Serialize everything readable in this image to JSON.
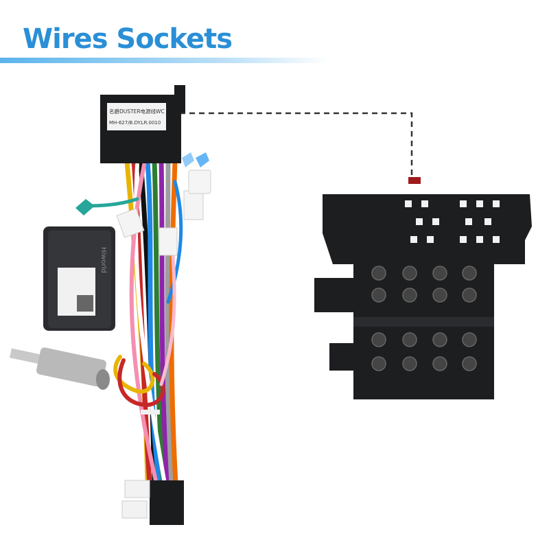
{
  "title": "Wires Sockets",
  "colors": {
    "title": "#2a8fd6",
    "connector": "#1b1c1e"
  },
  "labels": {
    "connector_line1": "名爵DUSTER电源线WC",
    "connector_line2": "MH-627/B.DY.LR.0010",
    "box_brand": "Hiworld"
  }
}
